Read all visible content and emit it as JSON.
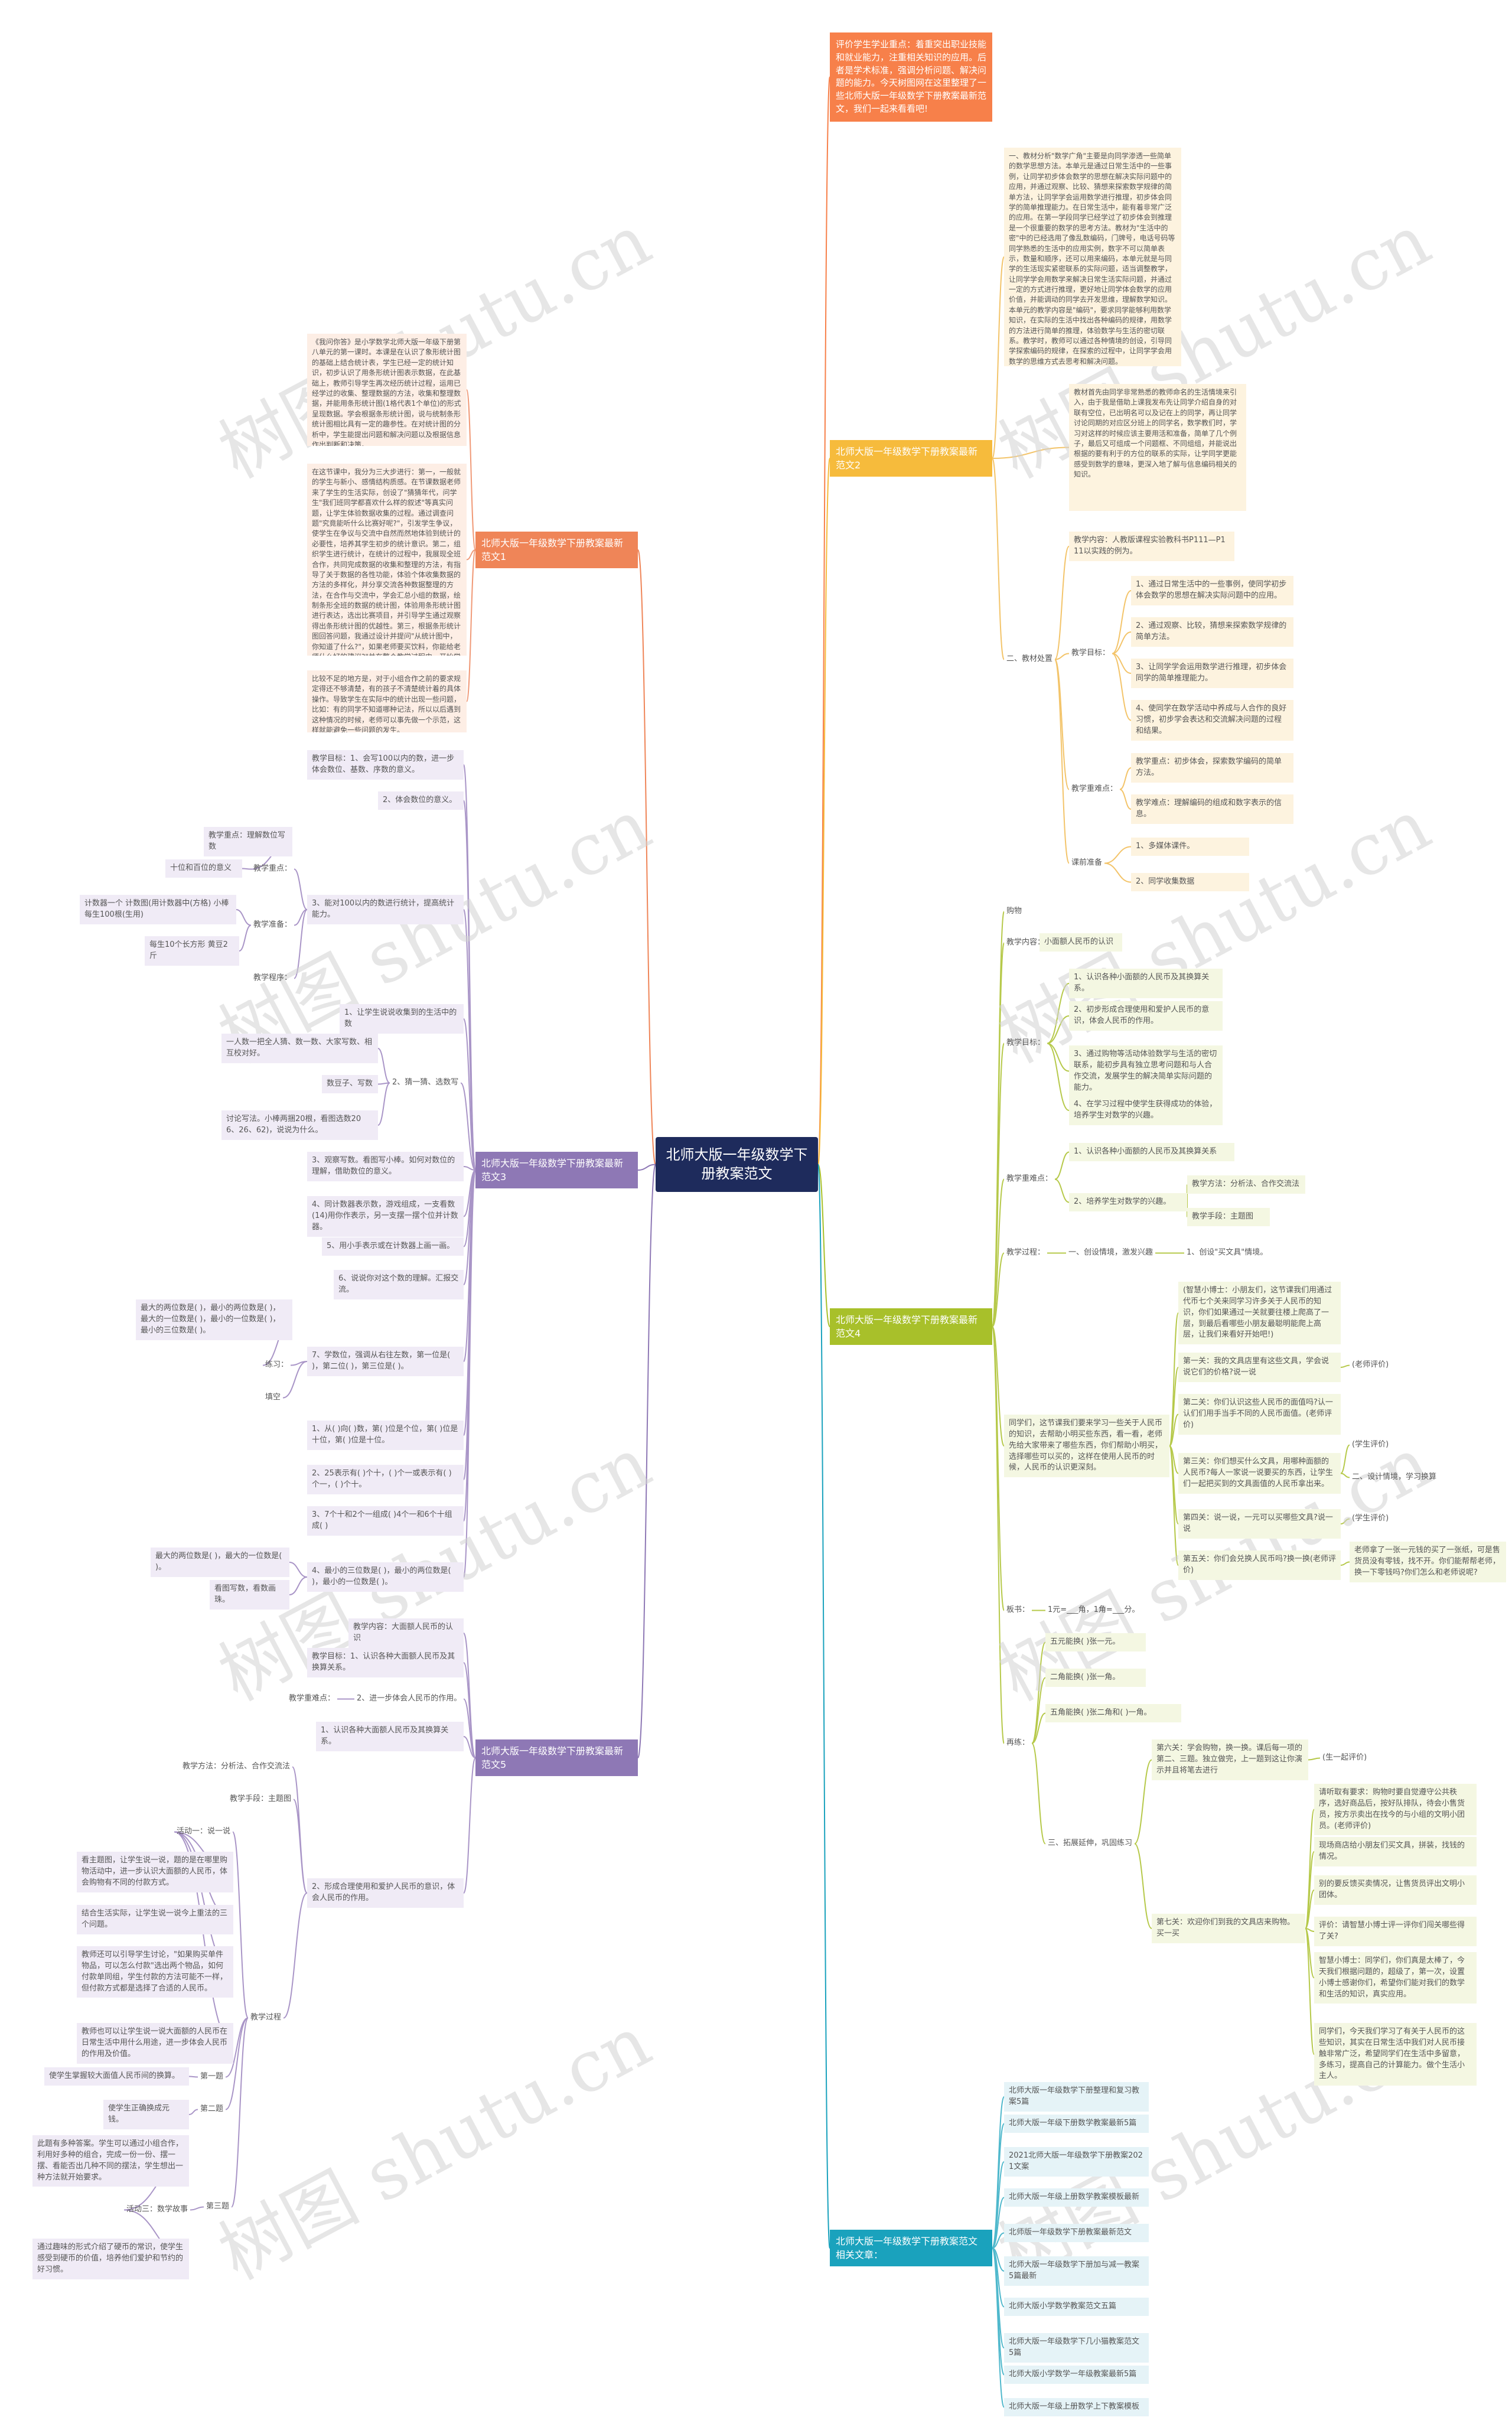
{
  "root": "北师大版一年级数学下册教案范文",
  "intro": "评价学生学业重点：着重突出职业技能和就业能力，注重相关知识的应用。后者是学术标准，强调分析问题、解决问题的能力。今天树图网在这里整理了一些北师大版一年级数学下册教案最新范文，我们一起来看看吧!",
  "branches": {
    "fan1": "北师大版一年级数学下册教案最新范文1",
    "fan2": "北师大版一年级数学下册教案最新范文2",
    "fan3": "北师大版一年级数学下册教案最新范文3",
    "fan4": "北师大版一年级数学下册教案最新范文4",
    "fan5": "北师大版一年级数学下册教案最新范文5",
    "related": "北师大版一年级数学下册教案范文相关文章："
  },
  "fan1": {
    "p1": "《我问你答》是小学数学北师大版一年级下册第八单元的第一课时。本课是在认识了象形统计图的基础上结合统计表，学生已经一定的统计知识，初步认识了用条形统计图表示数据，在此基础上，教师引导学生再次经历统计过程，运用已经学过的收集、整理数据的方法，收集和整理数据，并能用条形统计图(1格代表1个单位)的形式呈现数据。学会根据条形统计图，说与统制条形统计图相比具有一定的趣参性。在对统计图的分析中，学生能提出问题和解决问题以及根据信息作出判断和决策。",
    "p2": "在这节课中，我分为三大步进行：第一，一般就的学生与新小、感情结构质感。在节课数据老师来了学生的生活实际，创设了\"猜猜年代，问学生\"我们班同学都喜欢什么样的叙述\"等真实问题，让学生体验数据收集的过程。通过调查问题\"究竟能听什么比赛好呢?\"，引发学生争议，使学生在争议与交流中自然而然地体验到统计的必要性，培养其学生初步的统计意识。第二，组织学生进行统计，在统计的过程中，我展现全班合作，共同完成数据的收集和整理的方法，有指导了关于数据的各性功能，体验个体收集数据的方法的多样化，并分享交流各种数据整理的方法，在合作与交流中，学会汇总小组的数据，绘制条形全班的数据的统计图，体验用条形统计图进行表达，选出比赛项目，并引导学生通过观察得出条形统计图的优越性。第三，根据条形统计图回答问题，我通过设计并提问\"从统计图中，你知道了什么?\"，如果老师要买饮料，你能给老师什么好的建议?\"并在整个教学过程中，开始学生对统计的实际意义有了进一步的体会。",
    "p3": "比较不足的地方是，对于小组合作之前的要求规定得还不够清楚，有的孩子不清楚统计着的具体操作。导致学生在实际中的统计出现一些问题，比如：有的同学不知道哪种记法，所以以后遇到这种情况的时候，老师可以事先做一个示范，这样就能避免一些问题的发生。"
  },
  "fan2": {
    "p1": "一、教材分析\"数学广角\"主要是向同学渗透一些简单的数学思想方法。本单元是通过日常生活中的一些事例，让同学初步体会数学的思想在解决实际问题中的应用，并通过观察、比较、猜想来探索数学规律的简单方法，让同学学会运用数学进行推理，初步体会同学的简单推理能力。在日常生活中，能有着非常广泛的应用。在第一学段同学已经学过了初步体会到推理是一个很重要的数学的思考方法。教材为\"生活中的密\"中的已经选用了像乱数编码，门牌号，电话号码等同学熟悉的生活中的应用实例，数字不可以简单表示，数量和顺序，还可以用来编码，本单元就是与同学的生活现实紧密联系的实际问题，适当调整教学，让同学学会用数学来解决日常生活实际问题，并通过一定的方式进行推理，更好地让同学体会数学的应用价值，并能调动的同学去开发思维，理解数学知识。本单元的教学内容是\"编码\"，要求同学能够利用数学知识，在实际的生活中找出各种编码的规律，用数学的方法进行简单的推理，体验数学与生活的密切联系。教学时，教师可以通过各种情境的创设，引导同学探索编码的规律，在探索的过程中，让同学学会用数学的思维方式去思考和解决问题。",
    "p2": "教材首先由同学非常熟悉的教师命名的生活情境来引入，由于我是借助上课我发布先让同学介绍自身的对联有空位，已出明名可以及记在上的同学，再让同学讨论同期的对应区分班上的同学名，数学教们时，学习对这样的时候应该主要用活和准备，简单了几个例子，最后又可组成一个问题框、不同组组，并能说出根据的要有利于的方位的联系的实际，让学同学更能感受到数学的意味，更深入地了解与信息编码相关的知识。",
    "content": "教学内容：人教版课程实验教科书P111—P111以实践的例为。",
    "goal_label": "教学目标：",
    "goals": [
      "1、通过日常生活中的一些事例，使同学初步体会数学的思想在解决实际问题中的应用。",
      "2、通过观察、比较，猜想来探索数学规律的简单方法。",
      "3、让同学学会运用数学进行推理，初步体会同学的简单推理能力。",
      "4、使同学在数学活动中养成与人合作的良好习惯，初步学会表达和交流解决问题的过程和结果。"
    ],
    "key_label": "教学重难点：",
    "keys": [
      "教学重点：初步体会，探索数学编码的简单方法。",
      "教学难点：理解编码的组成和数字表示的信息。"
    ],
    "prep_label": "课前准备",
    "preps": [
      "1、多媒体课件。",
      "2、同学收集数据"
    ],
    "analysis_label": "二、教材处置"
  },
  "fan3": {
    "goal": "教学目标：1、会写100以内的数，进一步体会数位、基数、序数的意义。",
    "g2": "2、体会数位的意义。",
    "key_label": "教学重点：",
    "key_val": "教学重点：理解数位写数",
    "diff_label": "教学难点：",
    "diff_val": "十位和百位的意义",
    "prep_label": "教学准备：",
    "prep_1": "计数器一个 计数图(用计数器中(方格) 小棒每生100根(生用)",
    "prep_2": "每生10个长方形 黄豆2斤",
    "proc_label": "教学程序：",
    "g3": "3、能对100以内的数进行统计，提高统计能力。",
    "s1": "1、让学生说说收集到的生活中的数",
    "group_l1": "一人数一把全人猜、数一数、大家写数、相互校对好。",
    "group_l2": "数豆子、写数",
    "group_l3": "讨论写法。小棒两捆20根，看图选数206、26、62)，说说为什么。",
    "s2": "2、猜一猜、选数写",
    "s3": "3、观察写数。看图写小棒。如何对数位的理解，借助数位的意义。",
    "s4": "4、同计数器表示数，游戏组成，一支看数(14)用你作表示，另一支摆一摆个位并计数器。",
    "s5": "5、用小手表示或在计数器上画一画。",
    "s6": "6、说说你对这个数的理解。汇报交流。",
    "ex_head": "最大的两位数是( )，最小的两位数是( )，最大的一位数是( )，最小的一位数是( )，最小的三位数是( )。",
    "ex_label": "练习：",
    "fill_label": "填空",
    "s7": "7、学数位，强调从右往左数，第一位是( )，第二位( )，第三位是( )。",
    "e1": "1、从( )向( )数，第( )位是个位，第( )位是十位，第( )位是十位。",
    "e2": "2、25表示有( )个十，( )个一或表示有( )个一，( )个十。",
    "e3": "3、7个十和2个一组成( )4个一和6个十组成( )",
    "e4_a": "最大的两位数是( )，最大的一位数是( )。",
    "e4_b": "看图写数，看数画珠。",
    "e4": "4、最小的三位数是( )，最小的两位数是( )，最小的一位数是( )。"
  },
  "fan4": {
    "top": "购物",
    "content": "教学内容：",
    "content_v": "小面额人民币的认识",
    "goal_label": "教学目标：",
    "goals": [
      "1、认识各种小面额的人民币及其换算关系。",
      "2、初步形成合理使用和爱护人民币的意识，体会人民币的作用。",
      "3、通过购物等活动体验数学与生活的密切联系，能初步具有独立思考问题和与人合作交流，发展学生的解决简单实际问题的能力。",
      "4、在学习过程中使学生获得成功的体验，培养学生对数学的兴趣。"
    ],
    "key_label": "教学重难点：",
    "keys": [
      "1、认识各种小面额的人民币及其换算关系",
      "2、培养学生对数学的兴趣。"
    ],
    "method": "教学方法：分析法、合作交流法",
    "tool": "教学手段：主题图",
    "proc_label": "教学过程：",
    "proc1": "一、创设情境，激发兴趣",
    "proc1b": "1、创设\"买文具\"情境。",
    "intro_long": "同学们，这节课我们要来学习一些关于人民币的知识，去帮助小明买些东西，看一看，老师先给大家带来了哪些东西，你们帮助小明买，选择哪些可以买的，这样在使用人民币的时候，人民币的认识更深刻。",
    "steps": [
      "(智慧小博士：小朋友们，这节课我们用通过代币七个关来同学习许多关于人民币的知识，你们如果通过一关就要往楼上爬高了一层，到最后看哪些小朋友最聪明能爬上高层，让我们来看好开始吧!)",
      "第一关：我的文具店里有这些文具，学会说说它们的价格?说一说",
      "第二关：你们认识这些人民币的面值吗?认一认们们用手当手不同的人民币面值。(老师评价)",
      "第三关：你们想买什么文具，用哪种面额的人民币?每人一家说一说要买的东西，让学生们一起把买到的文具面值的人民币拿出来。",
      "第四关：说一说，一元可以买哪些文具?说一说",
      "第五关：你们会兑换人民币吗?换一换(老师评价)"
    ],
    "eval1": "(老师评价)",
    "eval2": "(学生评价)",
    "eval3": "二、设计情境，学习换算",
    "eval4": "(学生评价)",
    "note5": "老师拿了一张一元钱的买了一张纸，可是售货员没有零钱，找不开。你们能帮帮老师，换一下零钱吗?你们怎么和老师说呢?",
    "sum_label": "板书：",
    "sum_val": "1元=___角，1角=___分。",
    "drill_label": "再练：",
    "drills": [
      "五元能换( )张一元。",
      "二角能换( )张一角。",
      "五角能换( )张二角和( )一角。"
    ],
    "review": "三、拓展延伸，巩固练习",
    "six": "第六关：学会购物，换一换。课后每一项的第二、三题。独立做完，上一题到这让你演示并且将笔去进行",
    "six_eval": "(生一起评价)",
    "seven": "第七关：欢迎你们到我的文具店来购物。买一买",
    "seven_items": [
      "请听取有要求：购物时要自觉遵守公共秩序，选好商品后，按好队排队，待会小售货员，按方示卖出在找今的与小组的文明小团员。(老师评价)",
      "现场商店给小朋友们买文具，拼装，找钱的情况。",
      "别的要反馈买卖情况，让售货员评出文明小团体。",
      "评价：请智慧小博士评一评你们闯关哪些得了关?",
      "智慧小博士：同学们，你们真是太棒了，今天我们根据问题的，超级了，第一次，设置小博士感谢你们，希望你们能对我们的数学和生活的知识，真实应用。",
      "同学们，今天我们学习了有关于人民币的这些知识，其实在日常生活中我们对人民币接触非常广泛，希望同学们在生活中多留意，多练习，提高自己的计算能力。做个生活小主人。"
    ]
  },
  "fan5": {
    "content": "教学内容：大面额人民币的认识",
    "goal": "教学目标：1、认识各种大面额人民币及其换算关系。",
    "key_label": "教学重难点：",
    "key_v": "2、进一步体会人民币的作用。",
    "k1": "1、认识各种大面额人民币及其换算关系。",
    "method": "教学方法：分析法、合作交流法",
    "tool": "教学手段：主题图",
    "k2": "2、形成合理使用和爱护人民币的意识，体会人民币的作用。",
    "proc_label": "教学过程",
    "act1": "活动一：说一说",
    "act1_a": "看主题图，让学生说一说，题的是在哪里购物活动中，进一步认识大面额的人民币，体会购物有不同的付款方式。",
    "act1_b": "结合生活实际，让学生说一说今上重法的三个问题。",
    "act1_c": "教师还可以引导学生讨论，\"如果购买单件物品，可以怎么付款\"选出两个物品，如何付款单同组，学生付款的方法可能不一样，但付款方式都是选择了合适的人民币。",
    "act1_d": "教师也可以让学生说一说大面额的人民币在日常生活中用什么用途，进一步体会人民币的作用及价值。",
    "ex_label": "第一题",
    "ex_v": "使学生掌握较大面值人民币间的换算。",
    "ex2_label": "第二题",
    "ex2_v": "使学生正确换成元钱。",
    "ex3_label": "第三题",
    "act3": "活动三：数学故事",
    "act3_a": "此题有多种答案。学生可以通过小组合作，利用好多种的组合，完成一份一份、摆一摆、看能否出几种不同的摆法，学生想出一种方法就开始要求。",
    "act3_b": "通过趣味的形式介绍了硬币的常识，使学生感受到硬币的价值，培养他们爱护和节约的好习惯。"
  },
  "related": [
    "北师大版一年级数学下册整理和复习教案5篇",
    "北师大版一年级下册数学教案最新5篇",
    "2021北师大版一年级数学下册教案2021文案",
    "北师大版一年级上册数学教案模板最新",
    "北师版一年级数学下册教案最新范文",
    "北师大版一年级数学下册加与减一教案5篇最新",
    "北师大版小学数学教案范文五篇",
    "北师大版一年级数学下几小猫教案范文5篇",
    "北师大版小学数学一年级教案最新5篇",
    "北师大版一年级上册数学上下教案模板"
  ],
  "watermark": "树图 shutu.cn"
}
